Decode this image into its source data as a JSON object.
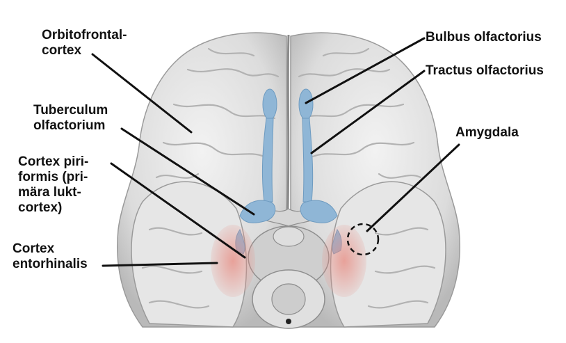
{
  "labels": {
    "orbitofrontal": [
      "Orbitofrontal-",
      "cortex"
    ],
    "bulbus": [
      "Bulbus olfactorius"
    ],
    "tractus": [
      "Tractus olfactorius"
    ],
    "tuberculum": [
      "Tuberculum",
      "olfactorium"
    ],
    "amygdala": [
      "Amygdala"
    ],
    "piriformis": [
      "Cortex piri-",
      "formis (pri-",
      "mära lukt-",
      "cortex)"
    ],
    "entorhinalis": [
      "Cortex",
      "entorhinalis"
    ]
  },
  "colors": {
    "brain_fill": "#e3e3e3",
    "brain_shade": "#c4c4c4",
    "olfactory_blue": "#8fb6d6",
    "cortex_red": "#e88a80",
    "leader_line": "#111111"
  }
}
